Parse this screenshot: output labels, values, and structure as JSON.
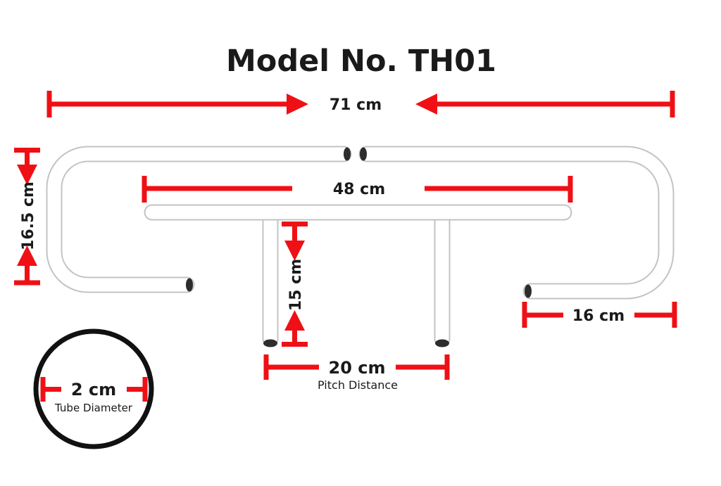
{
  "title": "Model No. TH01",
  "colors": {
    "dimension_red": "#ef1016",
    "tube_outline": "#c3c3c3",
    "tube_fill": "#ffffff",
    "end_cap_dark": "#2d2d2d",
    "circle_stroke": "#111111",
    "text_dark": "#1a1a1a",
    "background": "#ffffff"
  },
  "dimensions": {
    "top_width": {
      "label": "71 cm"
    },
    "handle_width": {
      "label": "48 cm"
    },
    "side_height": {
      "label": "16.5 cm"
    },
    "leg_height": {
      "label": "15 cm"
    },
    "bottom_right_length": {
      "label": "16 cm"
    },
    "pitch": {
      "label": "20 cm",
      "sublabel": "Pitch Distance"
    },
    "tube_diameter": {
      "label": "2 cm",
      "sublabel": "Tube Diameter"
    }
  }
}
